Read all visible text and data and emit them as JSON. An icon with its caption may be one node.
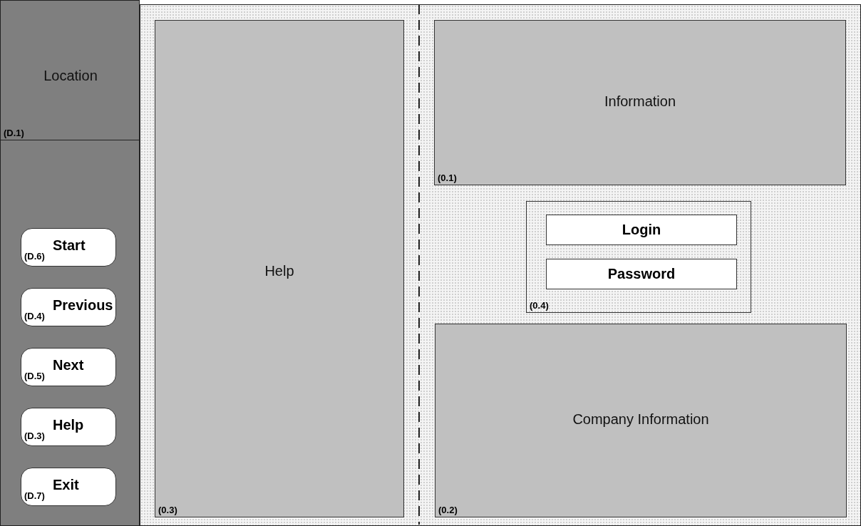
{
  "diagram": {
    "nodes": [
      {
        "text": [],
        "shape": "box"
      },
      {
        "text": [
          "Location",
          "(D.1)"
        ],
        "in": 0
      },
      {
        "text": [
          "Start",
          "(D.6)"
        ],
        "in": 0
      },
      {
        "text": [
          "Previous",
          "(D.4)"
        ],
        "in": 0
      },
      {
        "text": [
          "Next",
          "(D.5)"
        ],
        "in": 0
      },
      {
        "text": [
          "Help",
          "(D.3)"
        ],
        "in": 0
      },
      {
        "text": [
          "Exit",
          "(D.7)"
        ],
        "in": 0
      },
      {
        "text": [],
        "shape": "box"
      },
      {
        "text": [
          "Help",
          "(0.3)"
        ],
        "in": 7
      },
      {
        "text": [
          "Information",
          "(0.1)"
        ],
        "in": 7
      },
      {
        "text": [
          "(0.4)"
        ],
        "in": 7
      },
      {
        "text": [
          "Login"
        ],
        "in": 10
      },
      {
        "text": [
          "Password"
        ],
        "in": 10
      },
      {
        "text": [
          "Company Information",
          "(0.2)"
        ],
        "in": 7
      }
    ],
    "edges": []
  }
}
